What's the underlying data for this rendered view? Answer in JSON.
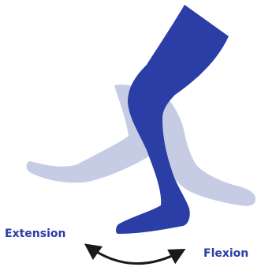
{
  "labels": {
    "extension": "Extension",
    "flexion": "Flexion"
  },
  "colors": {
    "main_leg": "#2B3EA6",
    "ghost_leg": "#C6CCE3",
    "text": "#2B3EA6",
    "arrow": "#1A1A1A",
    "background": "#FFFFFF"
  },
  "icons": {
    "motion_arrow": "double-headed-curved-arrow"
  }
}
